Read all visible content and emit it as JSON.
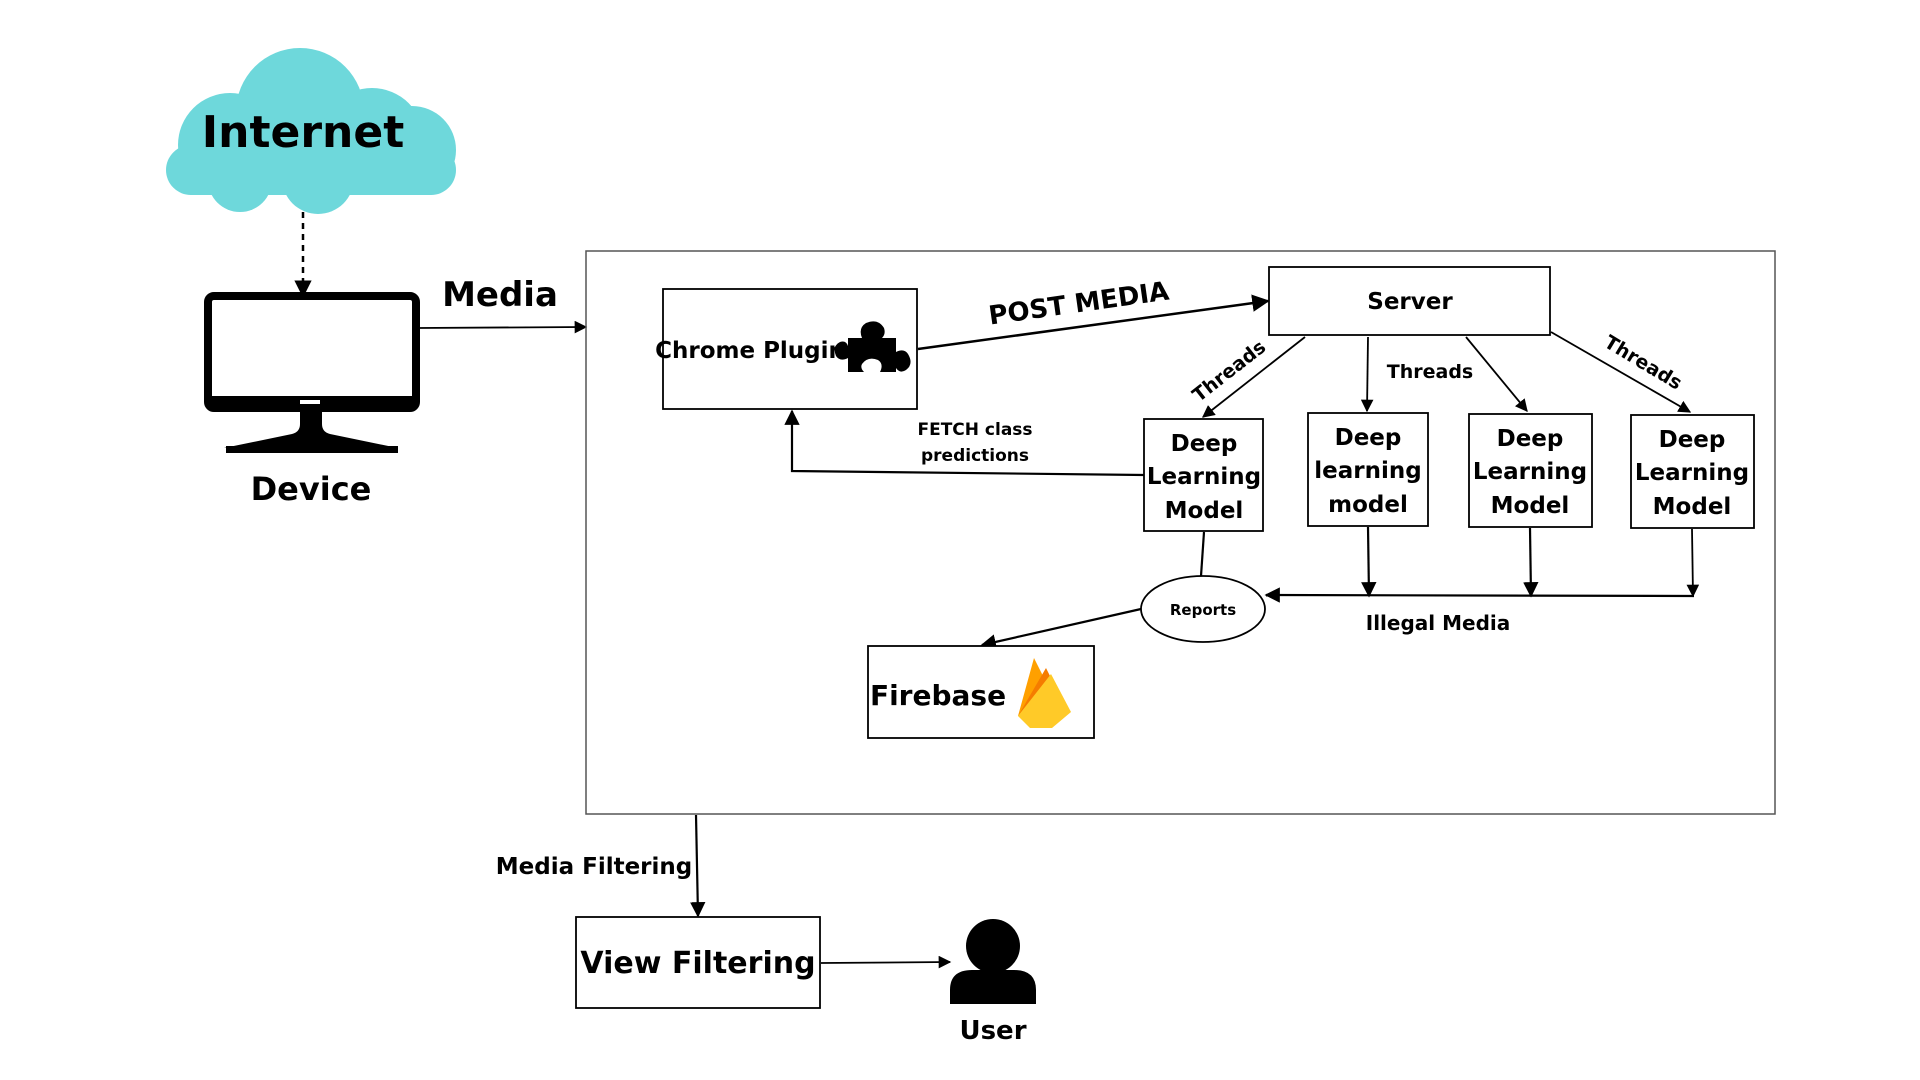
{
  "internet": {
    "label": "Internet",
    "color": "#6ED8DB"
  },
  "device": {
    "label": "Device"
  },
  "edges": {
    "media": "Media",
    "post_media": "POST MEDIA",
    "fetch_line1": "FETCH class",
    "fetch_line2": "predictions",
    "threads": "Threads",
    "illegal_media": "Illegal Media",
    "media_filtering": "Media Filtering"
  },
  "nodes": {
    "chrome_plugin": "Chrome Plugin",
    "server": "Server",
    "models": [
      {
        "line1": "Deep",
        "line2": "Learning",
        "line3": "Model"
      },
      {
        "line1": "Deep",
        "line2": "learning",
        "line3": "model"
      },
      {
        "line1": "Deep",
        "line2": "Learning",
        "line3": "Model"
      },
      {
        "line1": "Deep",
        "line2": "Learning",
        "line3": "Model"
      }
    ],
    "reports": "Reports",
    "firebase": "Firebase",
    "view_filtering": "View Filtering",
    "user": "User"
  },
  "icons": {
    "cloud": "cloud-icon",
    "monitor": "monitor-icon",
    "puzzle": "puzzle-piece-icon",
    "firebase": "firebase-flame-icon",
    "user": "user-icon"
  },
  "colors": {
    "firebase_yellow": "#FFCA28",
    "firebase_orange": "#FFA000",
    "firebase_dark": "#F57C00"
  }
}
